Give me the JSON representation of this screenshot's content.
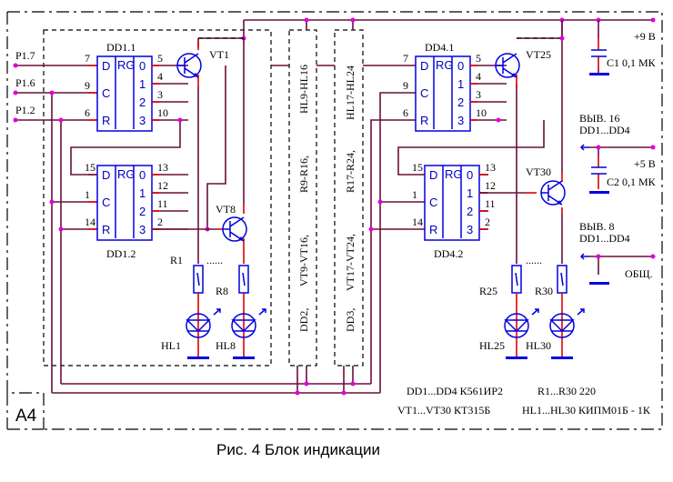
{
  "frame_label": "A4",
  "caption": "Рис. 4  Блок индикации",
  "inputs": [
    "P1.7",
    "P1.6",
    "P1.2"
  ],
  "chips": {
    "dd1_1": {
      "name": "DD1.1",
      "type": "RG",
      "in": [
        "D",
        "C",
        "R"
      ],
      "out": [
        "0",
        "1",
        "2",
        "3"
      ],
      "in_pins": [
        "7",
        "9",
        "6"
      ],
      "out_pins": [
        "5",
        "4",
        "3",
        "10"
      ]
    },
    "dd1_2": {
      "name": "DD1.2",
      "type": "RG",
      "in": [
        "D",
        "C",
        "R"
      ],
      "out": [
        "0",
        "1",
        "2",
        "3"
      ],
      "in_pins": [
        "15",
        "1",
        "14"
      ],
      "out_pins": [
        "13",
        "12",
        "11",
        "2"
      ]
    },
    "dd4_1": {
      "name": "DD4.1",
      "type": "RG",
      "in": [
        "D",
        "C",
        "R"
      ],
      "out": [
        "0",
        "1",
        "2",
        "3"
      ],
      "in_pins": [
        "7",
        "9",
        "6"
      ],
      "out_pins": [
        "5",
        "4",
        "3",
        "10"
      ]
    },
    "dd4_2": {
      "name": "DD4.2",
      "type": "RG",
      "in": [
        "D",
        "C",
        "R"
      ],
      "out": [
        "0",
        "1",
        "2",
        "3"
      ],
      "in_pins": [
        "15",
        "1",
        "14"
      ],
      "out_pins": [
        "13",
        "12",
        "11",
        "2"
      ]
    }
  },
  "transistors": [
    "VT1",
    "VT8",
    "VT25",
    "VT30"
  ],
  "resistors": [
    "R1",
    "R8",
    "R25",
    "R30"
  ],
  "leds": [
    "HL1",
    "HL8",
    "HL25",
    "HL30"
  ],
  "ellipsis": "......",
  "groups": {
    "g2": [
      "HL9-HL16",
      "R9-R16,",
      "VT9-VT16,",
      "DD2,"
    ],
    "g3": [
      "HL17-HL24",
      "R17-R24,",
      "VT17-VT24,",
      "DD3,"
    ]
  },
  "power": {
    "v9": "+9 В",
    "c1": "C1 0,1 МК",
    "pin16_a": "ВЫВ. 16",
    "pin16_b": "DD1...DD4",
    "v5": "+5 В",
    "c2": "C2 0,1 МК",
    "pin8_a": "ВЫВ. 8",
    "pin8_b": "DD1...DD4",
    "gnd": "ОБЩ."
  },
  "notes": {
    "dd": "DD1...DD4  К561ИР2",
    "vt": "VT1...VT30  КТ315Б",
    "r": "R1...R30  220",
    "hl": "HL1...HL30  КИПМ01Б - 1К"
  }
}
